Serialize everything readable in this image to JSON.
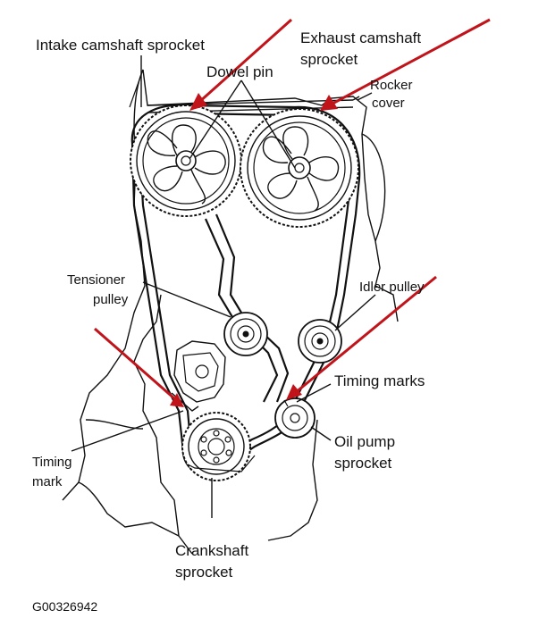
{
  "labels": {
    "intake_camshaft_sprocket": "Intake camshaft sprocket",
    "exhaust_line1": "Exhaust camshaft",
    "exhaust_line2": "sprocket",
    "dowel_pin": "Dowel pin",
    "rocker_line1": "Rocker",
    "rocker_line2": "cover",
    "tensioner_line1": "Tensioner",
    "tensioner_line2": "pulley",
    "idler_pulley": "Idler pulley",
    "timing_marks": "Timing marks",
    "timing_mark_line1": "Timing",
    "timing_mark_line2": "mark",
    "oil_pump_line1": "Oil pump",
    "oil_pump_line2": "sprocket",
    "crankshaft_line1": "Crankshaft",
    "crankshaft_line2": "sprocket"
  },
  "figure_code": "G00326942",
  "colors": {
    "arrow": "#c0141a",
    "line": "#111111",
    "background": "#ffffff"
  }
}
